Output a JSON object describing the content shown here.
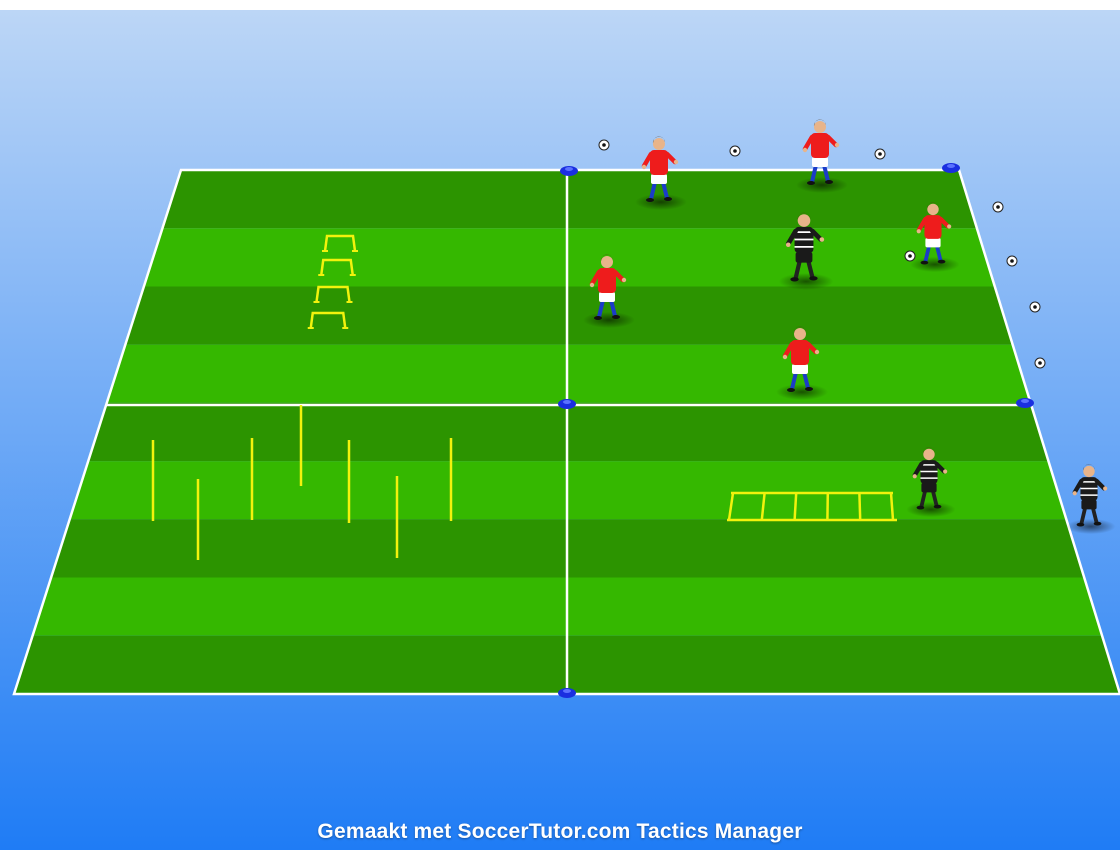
{
  "watermark": "Gemaakt met SoccerTutor.com Tactics Manager",
  "colors": {
    "sky_top": "#bcd6f6",
    "sky_bottom": "#1f7cf5",
    "pitch_dark": "#2c9400",
    "pitch_light": "#35b800",
    "line": "#ffffff",
    "equipment": "#f2f20d",
    "cone": "#1a2fe0",
    "team_red_shirt": "#ee1c1c",
    "team_red_shorts": "#ffffff",
    "team_red_socks": "#1b3cc8",
    "team_black_shirt": "#1a1a1a",
    "team_black_shorts": "#1a1a1a"
  },
  "diagram": {
    "pitch": {
      "stripes": 9,
      "grid": "2x2"
    },
    "cones": [
      "blue",
      "blue",
      "blue",
      "blue",
      "blue"
    ],
    "balls": [
      "ball",
      "ball",
      "ball",
      "ball",
      "ball",
      "ball",
      "ball",
      "ball"
    ],
    "hurdles": [
      "mini-hurdle",
      "mini-hurdle",
      "mini-hurdle",
      "mini-hurdle"
    ],
    "poles": [
      "pole",
      "pole",
      "pole",
      "pole",
      "pole",
      "pole",
      "pole"
    ],
    "ladder": {
      "rungs": 6
    },
    "players": [
      {
        "team": "red"
      },
      {
        "team": "red"
      },
      {
        "team": "red"
      },
      {
        "team": "red"
      },
      {
        "team": "red"
      },
      {
        "team": "black"
      },
      {
        "team": "black"
      },
      {
        "team": "black"
      }
    ]
  }
}
